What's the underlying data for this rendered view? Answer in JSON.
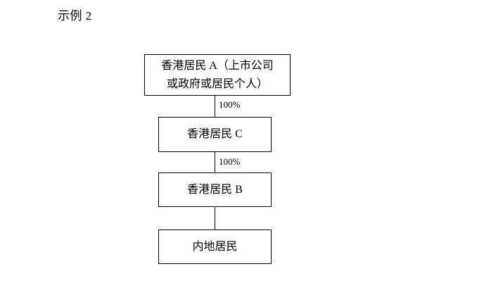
{
  "page": {
    "title": "示例 2",
    "background_color": "#ffffff",
    "text_color": "#000000",
    "line_color": "#000000"
  },
  "diagram": {
    "type": "ownership-chain-flowchart",
    "orientation": "top-to-bottom",
    "nodes": [
      {
        "id": "node-a",
        "label": "香港居民 A（上市公司\n或政府或居民个人）",
        "lines": [
          "香港居民 A（上市公司",
          "或政府或居民个人）"
        ]
      },
      {
        "id": "node-c",
        "label": "香港居民 C",
        "lines": [
          "香港居民 C"
        ]
      },
      {
        "id": "node-b",
        "label": "香港居民 B",
        "lines": [
          "香港居民 B"
        ]
      },
      {
        "id": "node-d",
        "label": "内地居民",
        "lines": [
          "内地居民"
        ]
      }
    ],
    "edges": [
      {
        "from": "node-a",
        "to": "node-c",
        "label": "100%"
      },
      {
        "from": "node-c",
        "to": "node-b",
        "label": "100%"
      },
      {
        "from": "node-b",
        "to": "node-d",
        "label": ""
      }
    ]
  }
}
